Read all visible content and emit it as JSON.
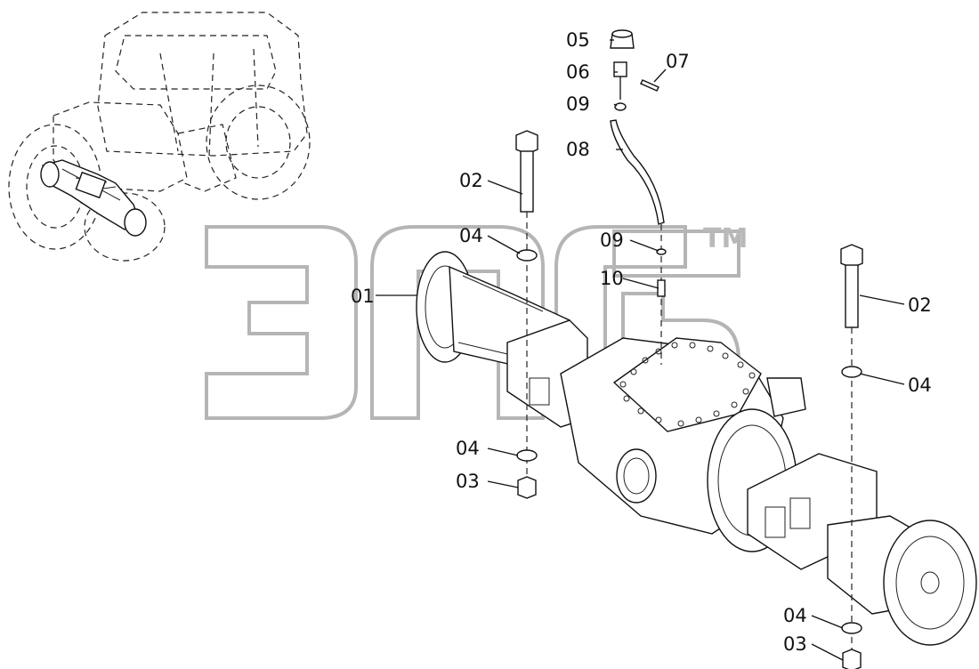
{
  "watermark": {
    "trademark": "TM"
  },
  "corner_mark": "",
  "callouts": [
    {
      "id": "label-05-top",
      "text": "05"
    },
    {
      "id": "label-06-top",
      "text": "06"
    },
    {
      "id": "label-07-top",
      "text": "07"
    },
    {
      "id": "label-09-upper",
      "text": "09"
    },
    {
      "id": "label-08",
      "text": "08"
    },
    {
      "id": "label-02-left",
      "text": "02"
    },
    {
      "id": "label-04-left-upper",
      "text": "04"
    },
    {
      "id": "label-09-lower",
      "text": "09"
    },
    {
      "id": "label-10",
      "text": "10"
    },
    {
      "id": "label-01",
      "text": "01"
    },
    {
      "id": "label-02-right",
      "text": "02"
    },
    {
      "id": "label-04-right-upper",
      "text": "04"
    },
    {
      "id": "label-04-left-lower",
      "text": "04"
    },
    {
      "id": "label-03-left",
      "text": "03"
    },
    {
      "id": "label-04-right-lower",
      "text": "04"
    },
    {
      "id": "label-03-right",
      "text": "03"
    }
  ]
}
